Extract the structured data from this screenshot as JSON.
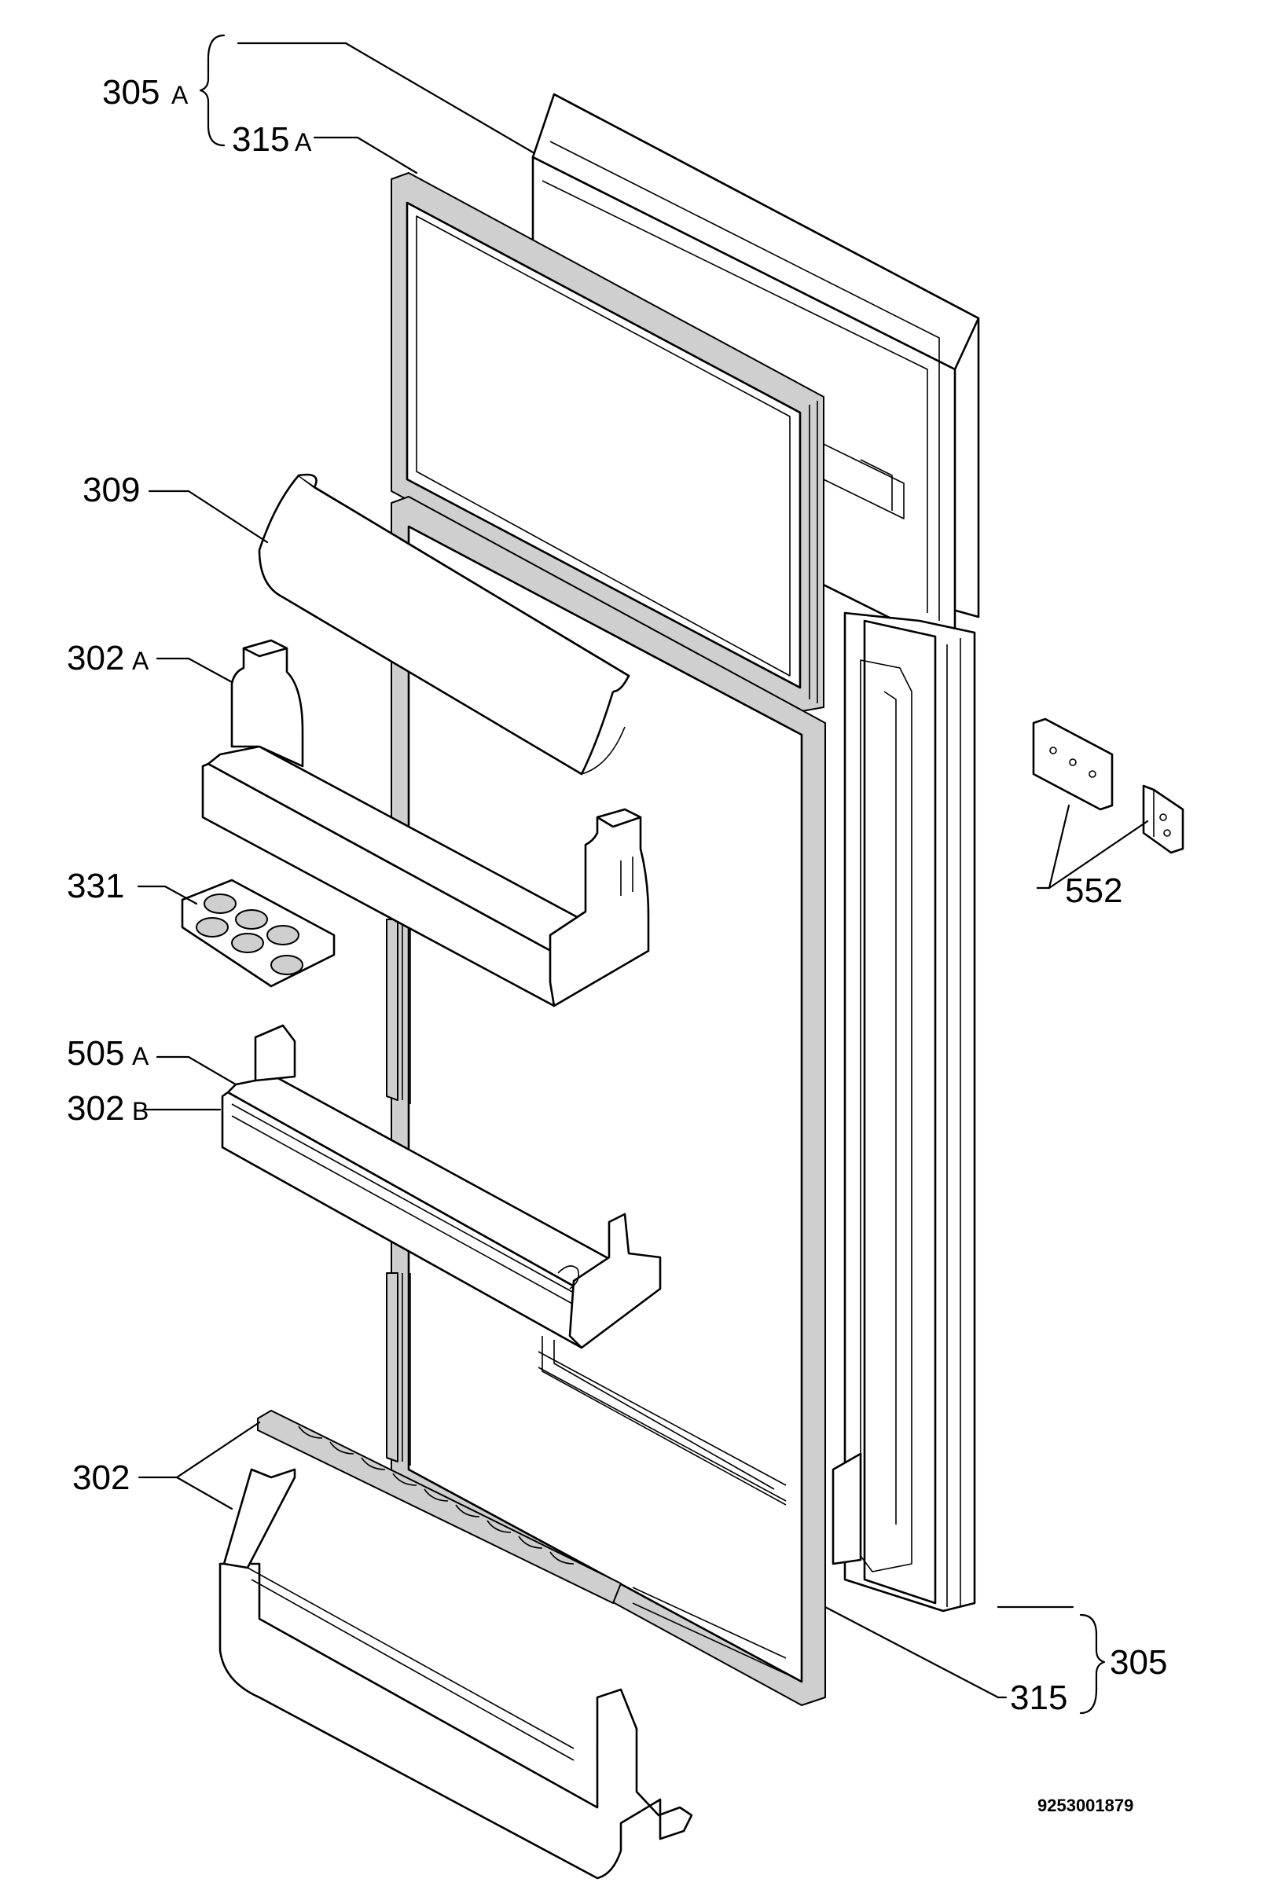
{
  "labels": {
    "l305a_num": "305",
    "l305a_suf": "A",
    "l315a_num": "315",
    "l315a_suf": "A",
    "l309": "309",
    "l302a_num": "302",
    "l302a_suf": "A",
    "l331": "331",
    "l505a_num": "505",
    "l505a_suf": "A",
    "l302b_num": "302",
    "l302b_suf": "B",
    "l302": "302",
    "l552": "552",
    "l305": "305",
    "l315": "315"
  },
  "drawing_code": "9253001879"
}
